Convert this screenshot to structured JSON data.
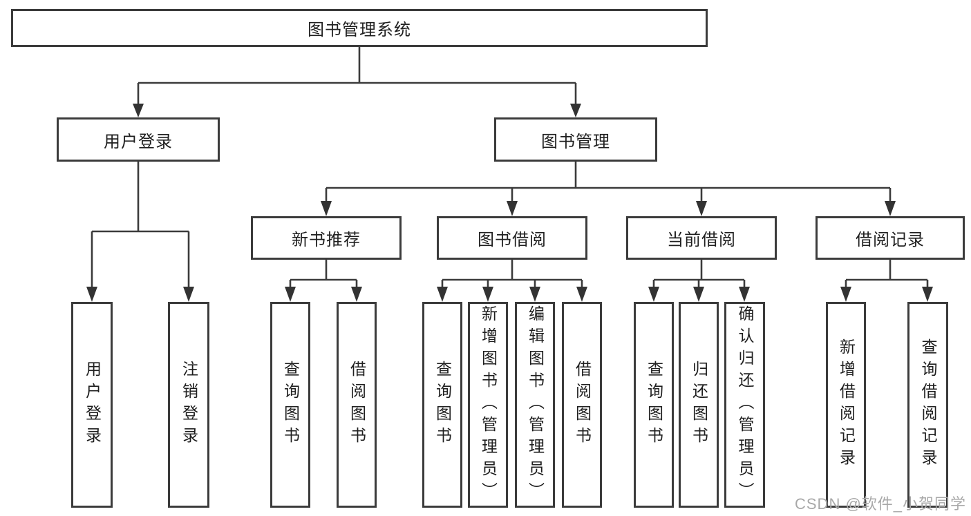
{
  "diagram": {
    "root": {
      "label": "图书管理系统"
    },
    "branches": {
      "user_login": {
        "label": "用户登录",
        "children": {
          "login": "用户登录",
          "logout": "注销登录"
        }
      },
      "book_mgmt": {
        "label": "图书管理",
        "children": {
          "new_book": {
            "label": "新书推荐",
            "children": {
              "query": "查询图书",
              "borrow": "借阅图书"
            }
          },
          "book_borrow": {
            "label": "图书借阅",
            "children": {
              "query": "查询图书",
              "add": "新增图书（管理员）",
              "edit": "编辑图书（管理员）",
              "borrow": "借阅图书"
            }
          },
          "current_borrow": {
            "label": "当前借阅",
            "children": {
              "query": "查询图书",
              "return": "归还图书",
              "confirm": "确认归还（管理员）"
            }
          },
          "borrow_record": {
            "label": "借阅记录",
            "children": {
              "add": "新增借阅记录",
              "query": "查询借阅记录"
            }
          }
        }
      }
    }
  },
  "watermark": {
    "text": "CSDN @软件_小贺同学"
  },
  "colors": {
    "line": "#3b3b3b",
    "box_border": "#3b3b3b",
    "text": "#1f1f1f",
    "background": "#ffffff",
    "watermark_text": "#a8a8a8"
  }
}
